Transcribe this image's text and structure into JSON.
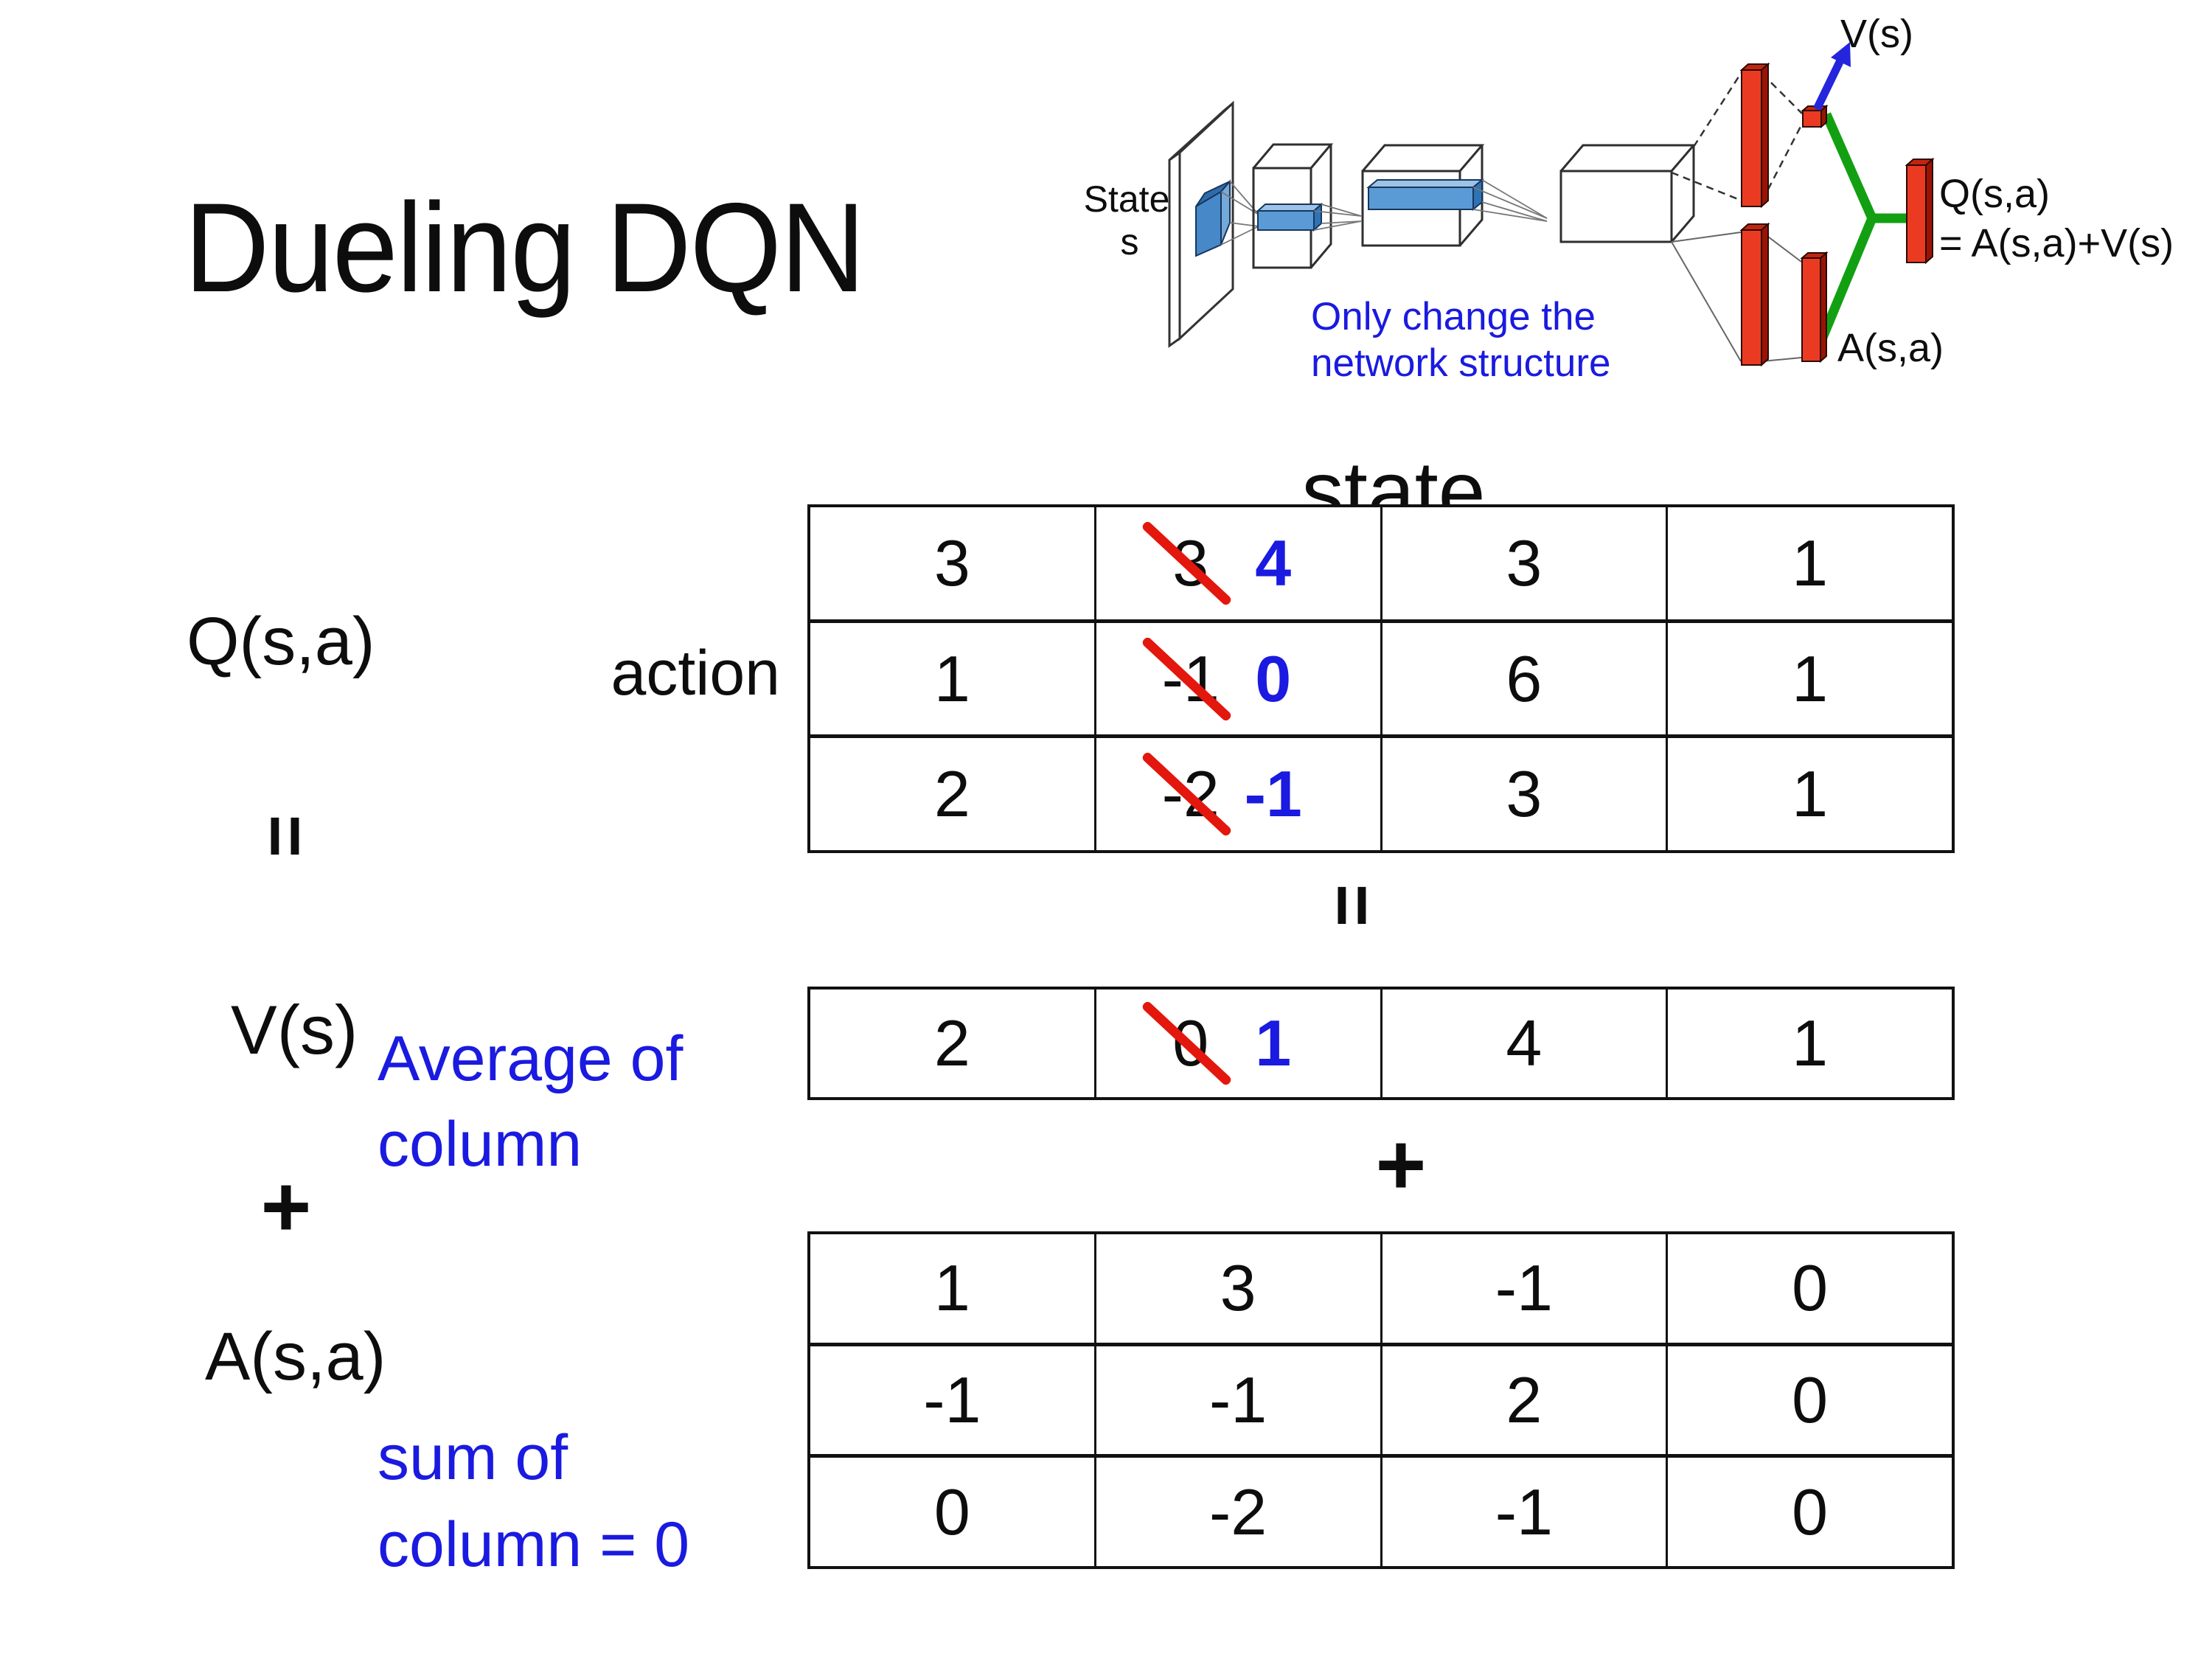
{
  "title": "Dueling DQN",
  "colors": {
    "ink": "#0d0d0d",
    "blue_annotation": "#1a1ae0",
    "strike_red": "#e3170d",
    "bar_red": "#ea3b22",
    "green_connector": "#12a012",
    "arrow_blue": "#2525dd",
    "box_blue": "#5b9bd5"
  },
  "diagram": {
    "state_line1": "State",
    "state_line2": "s",
    "note_line1": "Only change the",
    "note_line2": "network structure",
    "v_out_label": "V(s)",
    "q_out_label": "Q(s,a)",
    "q_out_eq": "= A(s,a)+V(s)",
    "a_out_label": "A(s,a)"
  },
  "labels": {
    "q": "Q(s,a)",
    "action": "action",
    "state": "state",
    "equals": "=",
    "plus": "+",
    "v": "V(s)",
    "avg_line1": "Average of",
    "avg_line2": "column",
    "a": "A(s,a)",
    "sum_line1": "sum of",
    "sum_line2": "column = 0"
  },
  "q_table": {
    "rows": [
      [
        "3",
        {
          "old": "3",
          "new": "4"
        },
        "3",
        "1"
      ],
      [
        "1",
        {
          "old": "-1",
          "new": "0"
        },
        "6",
        "1"
      ],
      [
        "2",
        {
          "old": "-2",
          "new": "-1"
        },
        "3",
        "1"
      ]
    ]
  },
  "v_table": {
    "rows": [
      [
        "2",
        {
          "old": "0",
          "new": "1"
        },
        "4",
        "1"
      ]
    ]
  },
  "a_table": {
    "rows": [
      [
        "1",
        "3",
        "-1",
        "0"
      ],
      [
        "-1",
        "-1",
        "2",
        "0"
      ],
      [
        "0",
        "-2",
        "-1",
        "0"
      ]
    ]
  }
}
